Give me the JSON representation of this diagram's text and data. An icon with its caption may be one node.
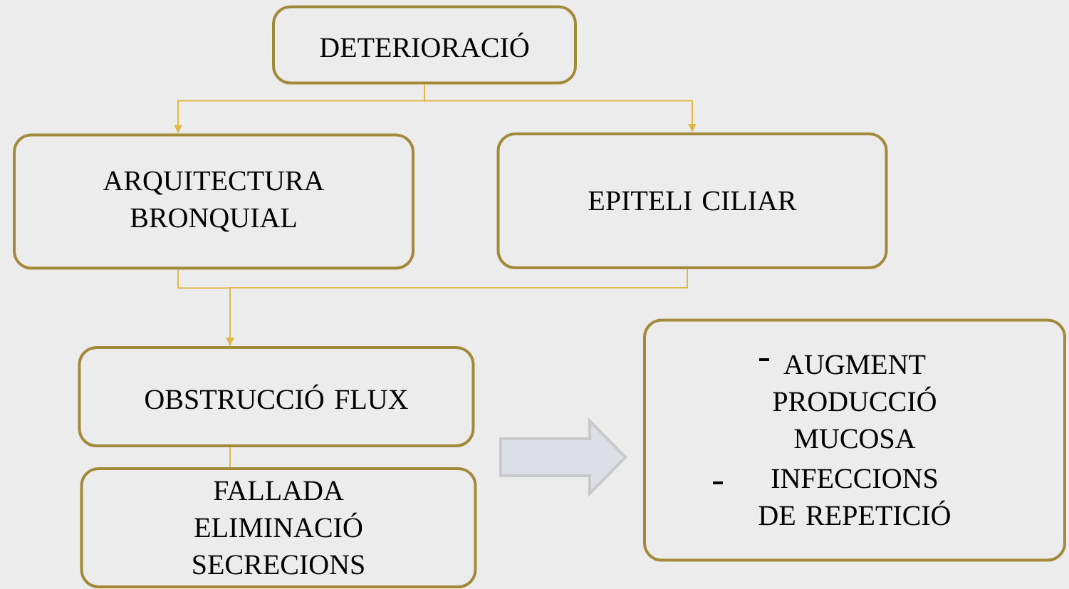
{
  "diagram": {
    "nodes": [
      {
        "text": [
          "DETERIORACIÓ"
        ]
      },
      {
        "text": [
          "ARQUITECTURA BRONQUIAL"
        ]
      },
      {
        "text": [
          "EPITELI CILIAR"
        ]
      },
      {
        "text": [
          "OBSTRUCCIÓ FLUX"
        ]
      },
      {
        "text": [
          "FALLADA ELIMINACIÓ SECRECIONS"
        ]
      },
      {
        "text": [
          "AUGMENT PRODUCCIÓ MUCOSA",
          "INFECCIONS DE REPETICIÓ"
        ]
      }
    ],
    "edges": [
      {
        "from": 0,
        "to": 1,
        "arrow": "to"
      },
      {
        "from": 0,
        "to": 2,
        "arrow": "to"
      },
      {
        "from": 1,
        "to": 3,
        "arrow": "to"
      },
      {
        "from": 2,
        "to": 3,
        "arrow": "to"
      },
      {
        "from": 3,
        "to": 4,
        "arrow": "none"
      },
      {
        "from": 3,
        "to": 5,
        "arrow": "to",
        "style": "thick",
        "color": "#dcdfe6"
      }
    ]
  }
}
